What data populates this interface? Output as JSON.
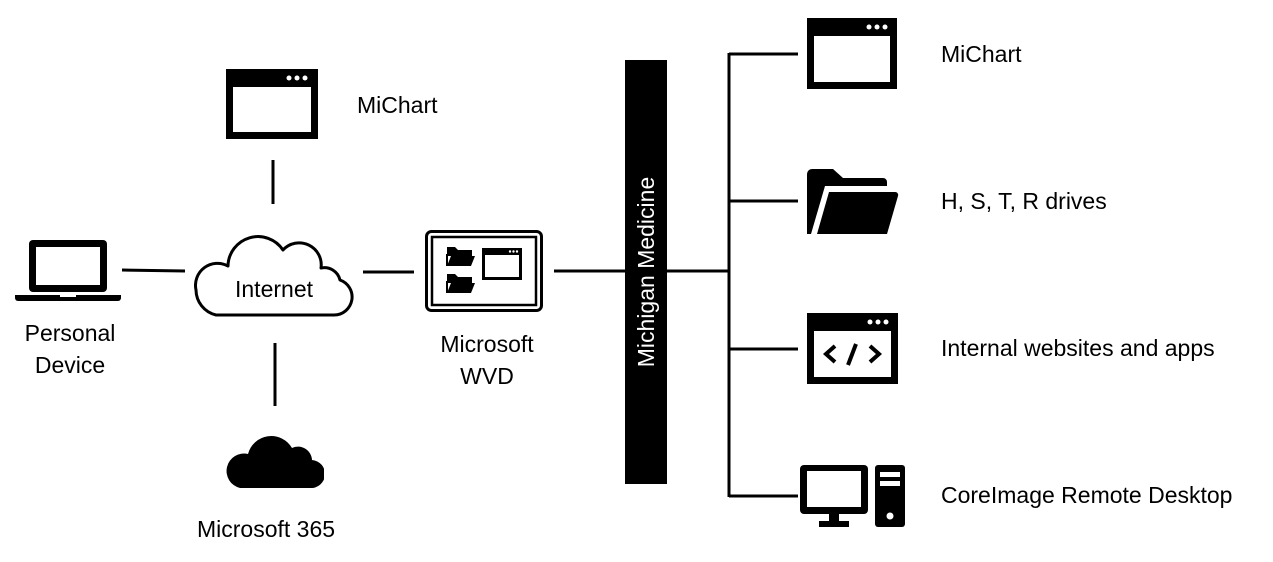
{
  "diagram": {
    "nodes": {
      "personal_device": {
        "label_line1": "Personal",
        "label_line2": "Device",
        "icon": "laptop-icon"
      },
      "internet": {
        "label": "Internet",
        "icon": "cloud-outline-icon"
      },
      "michart_top": {
        "label": "MiChart",
        "icon": "browser-window-icon"
      },
      "microsoft_365": {
        "label": "Microsoft 365",
        "icon": "cloud-filled-icon"
      },
      "microsoft_wvd": {
        "label_line1": "Microsoft",
        "label_line2": "WVD",
        "icon": "virtual-desktop-icon"
      },
      "michigan_medicine": {
        "label": "Michigan Medicine"
      }
    },
    "resources": [
      {
        "label": "MiChart",
        "icon": "browser-window-icon"
      },
      {
        "label": "H, S, T, R drives",
        "icon": "folder-open-icon"
      },
      {
        "label": "Internal websites and apps",
        "icon": "code-window-icon"
      },
      {
        "label": "CoreImage Remote Desktop",
        "icon": "desktop-computer-icon"
      }
    ],
    "connections": [
      [
        "personal_device",
        "internet"
      ],
      [
        "internet",
        "michart_top"
      ],
      [
        "internet",
        "microsoft_365"
      ],
      [
        "internet",
        "microsoft_wvd"
      ],
      [
        "microsoft_wvd",
        "michigan_medicine"
      ],
      [
        "michigan_medicine",
        "resources"
      ]
    ]
  }
}
